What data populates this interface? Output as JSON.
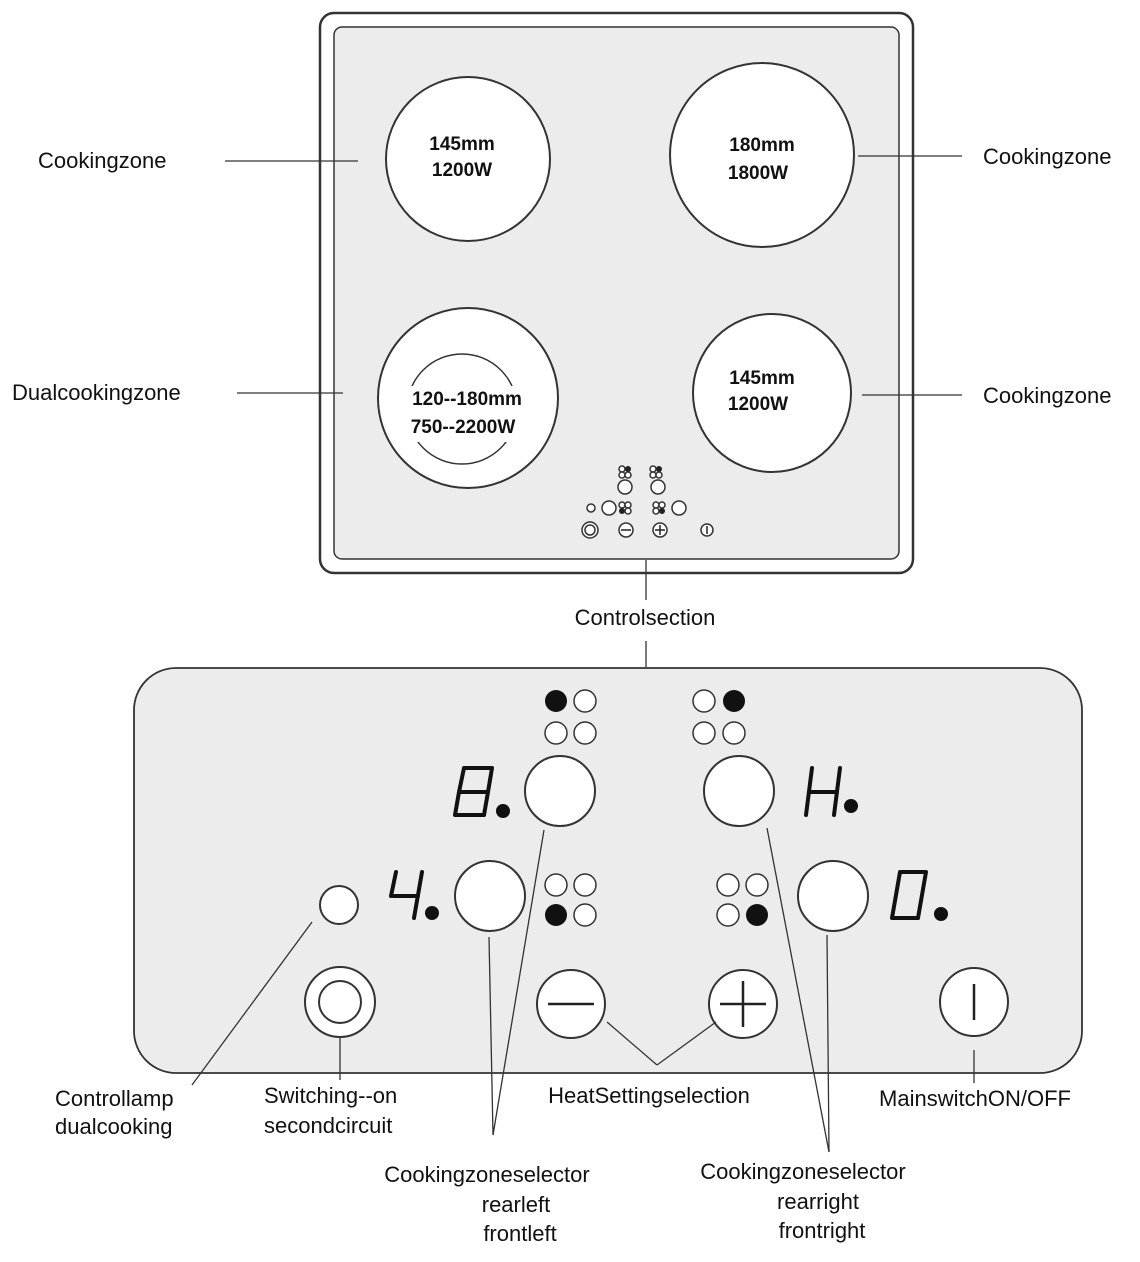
{
  "hob": {
    "zones": {
      "rear_left": {
        "size": "145mm",
        "power": "1200W"
      },
      "rear_right": {
        "size": "180mm",
        "power": "1800W"
      },
      "front_left_dual": {
        "size": "120--180mm",
        "power": "750--2200W"
      },
      "front_right": {
        "size": "145mm",
        "power": "1200W"
      }
    }
  },
  "labels": {
    "cooking_zone_rear_left": "Cookingzone",
    "cooking_zone_rear_right": "Cookingzone",
    "dual_cooking_zone": "Dualcookingzone",
    "cooking_zone_front_right": "Cookingzone",
    "control_section": "Controlsection",
    "control_lamp": [
      "Controllamp",
      "dualcooking"
    ],
    "switching_on": [
      "Switching--on",
      "secondcircuit"
    ],
    "heat_setting": "HeatSettingselection",
    "main_switch": "MainswitchON/OFF",
    "selector_left": [
      "Cookingzoneselector",
      "rearleft",
      "frontleft"
    ],
    "selector_right": [
      "Cookingzoneselector",
      "rearright",
      "frontright"
    ]
  },
  "displays": {
    "rear_left": "8",
    "rear_right": "H",
    "front_left": "4",
    "front_right": "0"
  },
  "icons": {
    "zone_indicator": "zone-position-dots-icon",
    "minus": "minus-icon",
    "plus": "plus-icon",
    "power": "power-icon",
    "second_circuit": "double-ring-icon"
  }
}
